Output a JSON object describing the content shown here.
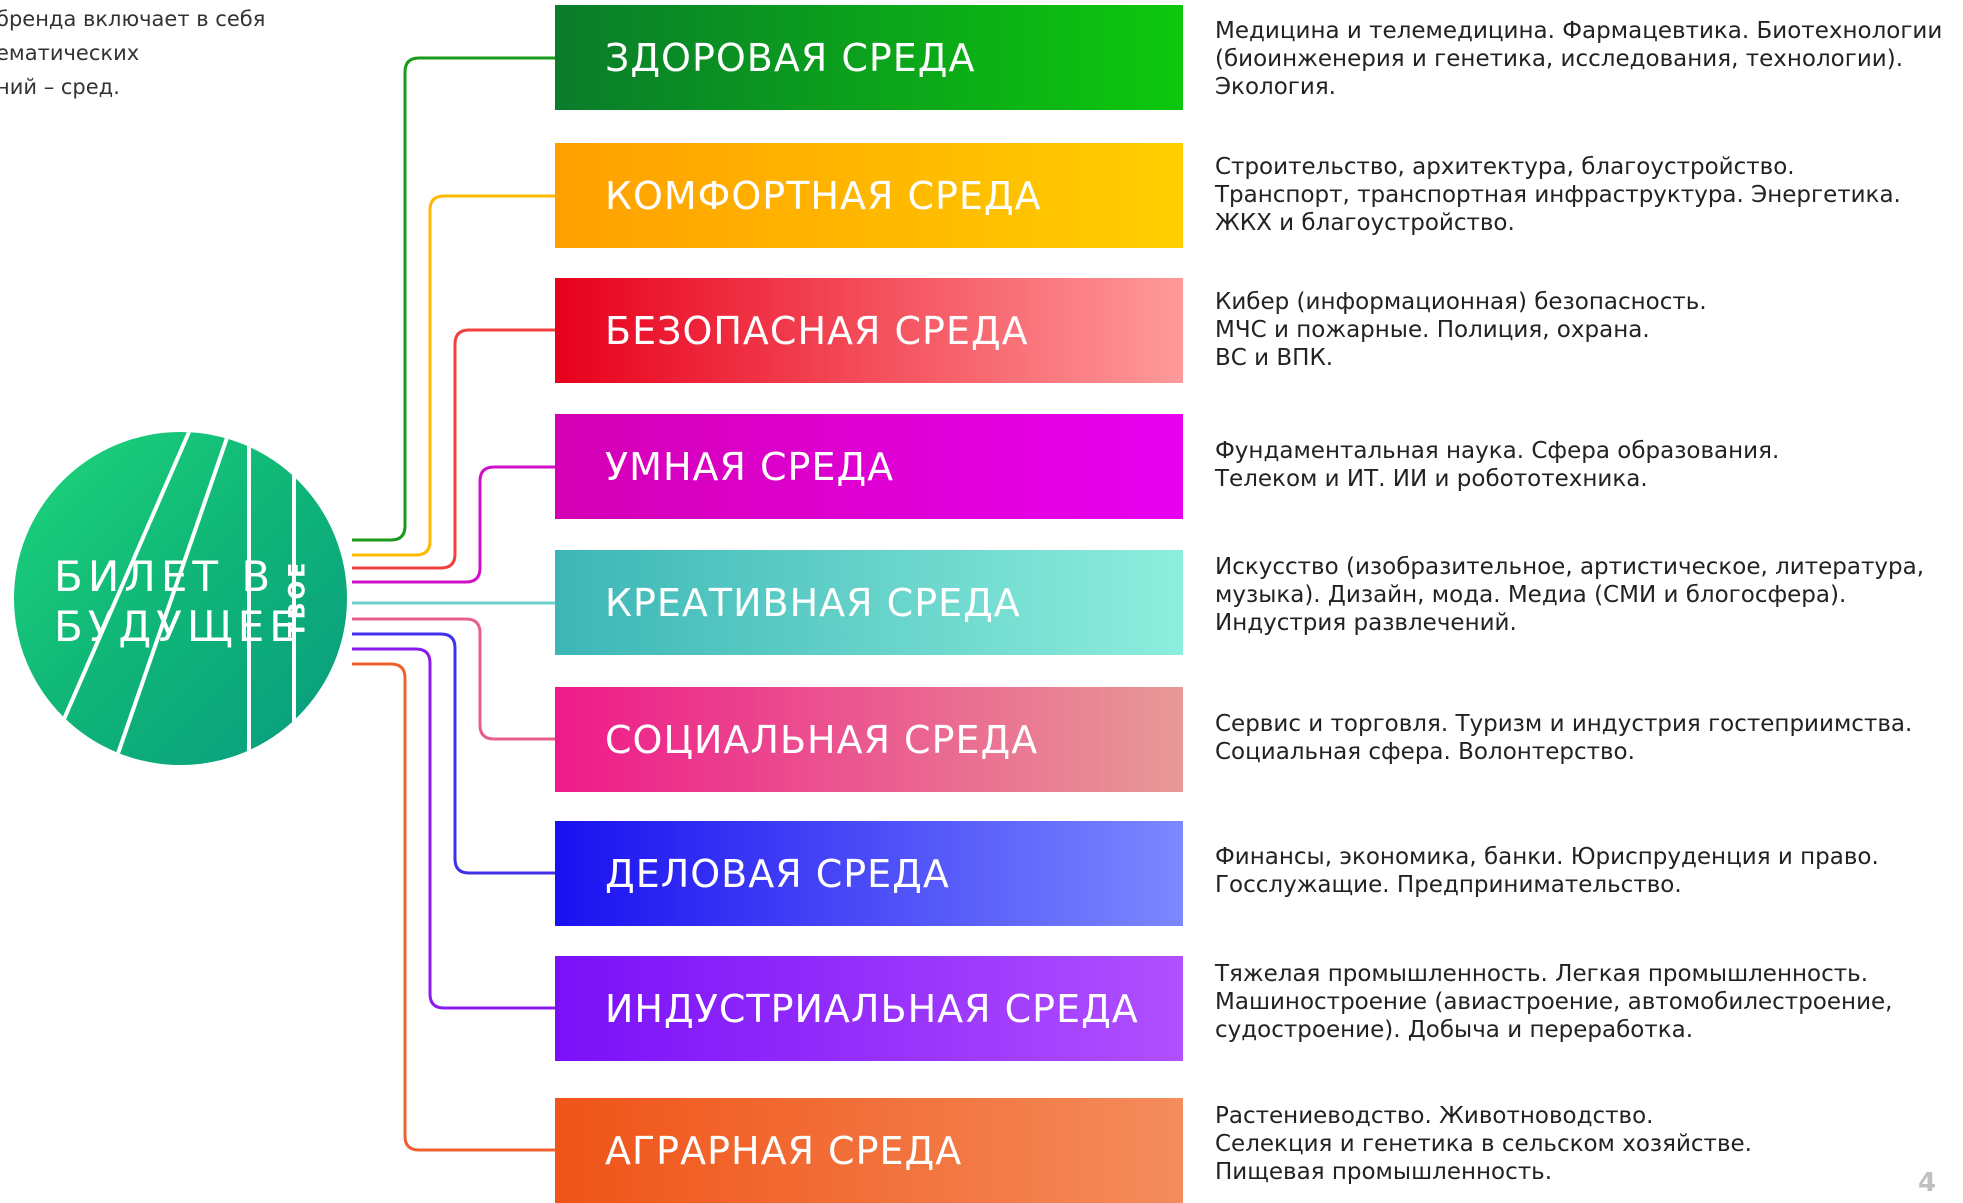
{
  "intro_text": "бренда включает в себя\nематических\nний – сред.",
  "logo": {
    "text": "БИЛЕТ В\nБУДУЩЕЕ",
    "vertical_text": "ТВОЕ"
  },
  "environments": [
    {
      "label": "ЗДОРОВАЯ СРЕДА",
      "description": "Медицина и телемедицина. Фармацевтика. Биотехнологии\n(биоинженерия и генетика, исследования, технологии).\nЭкология.",
      "color_start": "#0a7c2b",
      "color_end": "#0cc80c",
      "line_color": "#1a9a1a"
    },
    {
      "label": "КОМФОРТНАЯ СРЕДА",
      "description": "Строительство, архитектура, благоустройство.\nТранспорт, транспортная инфраструктура. Энергетика.\nЖКХ и благоустройство.",
      "color_start": "#ffa000",
      "color_end": "#ffce00",
      "line_color": "#ffb800"
    },
    {
      "label": "БЕЗОПАСНАЯ СРЕДА",
      "description": "Кибер (информационная) безопасность.\nМЧС и пожарные. Полиция, охрана.\nВС и ВПК.",
      "color_start": "#e8001c",
      "color_end": "#ff9a9a",
      "line_color": "#f04040"
    },
    {
      "label": "УМНАЯ СРЕДА",
      "description": "Фундаментальная наука. Сфера образования.\nТелеком и ИТ. ИИ и робототехника.",
      "color_start": "#d400b4",
      "color_end": "#e800f0",
      "line_color": "#d010c8"
    },
    {
      "label": "КРЕАТИВНАЯ СРЕДА",
      "description": "Искусство (изобразительное, артистическое, литература,\nмузыка). Дизайн, мода. Медиа (СМИ и блогосфера).\nИндустрия развлечений.",
      "color_start": "#3cb6b6",
      "color_end": "#8eeedd",
      "line_color": "#6cd0cc"
    },
    {
      "label": "СОЦИАЛЬНАЯ СРЕДА",
      "description": "Сервис и торговля. Туризм и индустрия гостеприимства.\nСоциальная сфера. Волонтерство.",
      "color_start": "#ee1a8a",
      "color_end": "#e89a96",
      "line_color": "#e8608a"
    },
    {
      "label": "ДЕЛОВАЯ СРЕДА",
      "description": "Финансы, экономика, банки. Юриспруденция и право.\nГосслужащие. Предпринимательство.",
      "color_start": "#1a10f0",
      "color_end": "#7c88ff",
      "line_color": "#4030e8"
    },
    {
      "label": "ИНДУСТРИАЛЬНАЯ СРЕДА",
      "description": "Тяжелая промышленность. Легкая промышленность.\nМашиностроение (авиастроение, автомобилестроение,\nсудостроение). Добыча и переработка.",
      "color_start": "#7a10f8",
      "color_end": "#b050ff",
      "line_color": "#8a1cf0"
    },
    {
      "label": "АГРАРНАЯ СРЕДА",
      "description": "Растениеводство. Животноводство.\nСелекция и генетика в сельском хозяйстве.\nПищевая промышленность.",
      "color_start": "#f05418",
      "color_end": "#f48c5c",
      "line_color": "#f06030"
    }
  ],
  "page_number": "4"
}
